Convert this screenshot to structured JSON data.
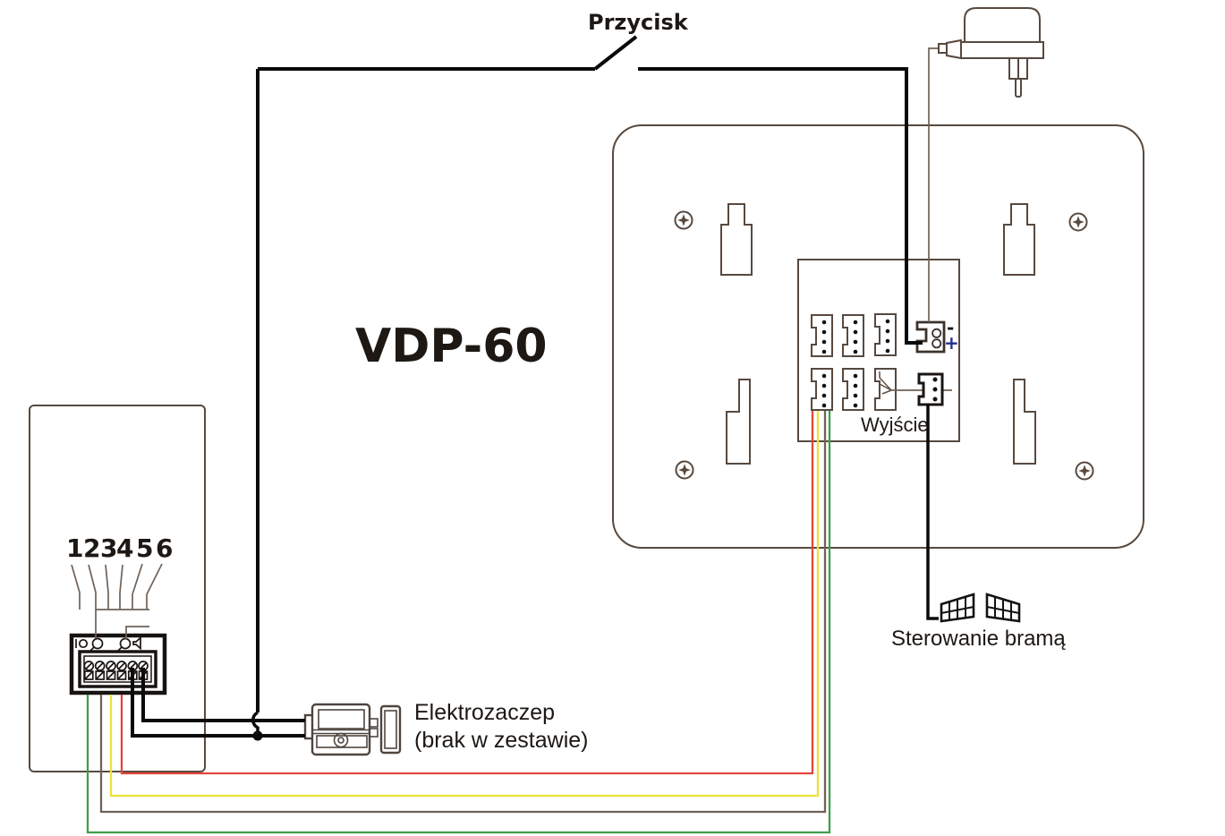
{
  "labels": {
    "button": "Przycisk",
    "model": "VDP-60",
    "output": "Wyjście",
    "gate_control": "Sterowanie bramą",
    "strike_name": "Elektrozaczep",
    "strike_note": "(brak w zestawie)",
    "terminal_numbers": [
      "1",
      "2",
      "3",
      "4",
      "5",
      "6"
    ],
    "power_minus": "-",
    "power_plus": "+"
  },
  "colors": {
    "wire_red": "#e2463a",
    "wire_yellow": "#ece33a",
    "wire_green": "#3f9f4c",
    "wire_gray": "#6f6258",
    "wire_black": "#0a0a0a",
    "outline_brown": "#57493f",
    "terminal_block_dark": "#171310",
    "plus_blue": "#232e8f",
    "text": "#1d1813"
  },
  "icons": {
    "screw": "phillips-screw",
    "mounting_slot": "keyhole-slot",
    "door_station_icons": [
      "power",
      "terminal-circle",
      "terminal-circle",
      "speaker"
    ],
    "gate": "double-gate",
    "power_adapter": "ac-adapter",
    "door_strike": "electric-strike",
    "relay_output": "arrow"
  }
}
